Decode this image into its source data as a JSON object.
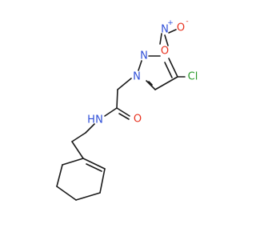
{
  "molecule": {
    "atoms": [
      {
        "id": "O_minus",
        "text": "O",
        "charge": "-",
        "color": "#e8311e"
      },
      {
        "id": "N_nitro",
        "text": "N",
        "charge": "+",
        "color": "#2f4fd8"
      },
      {
        "id": "O_nitro",
        "text": "O",
        "color": "#e8311e"
      },
      {
        "id": "N_ring2",
        "text": "N",
        "color": "#2f4fd8"
      },
      {
        "id": "N_ring1",
        "text": "N",
        "color": "#2f4fd8"
      },
      {
        "id": "Cl",
        "text": "Cl",
        "color": "#2a9a2a"
      },
      {
        "id": "O_amide",
        "text": "O",
        "color": "#e8311e"
      },
      {
        "id": "NH_amide",
        "text": "N",
        "text2": "H",
        "color": "#2f4fd8"
      }
    ]
  },
  "colors": {
    "bond": "#1a1a1a",
    "nitrogen": "#2f4fd8",
    "oxygen": "#e8311e",
    "chlorine": "#2a9a2a"
  }
}
